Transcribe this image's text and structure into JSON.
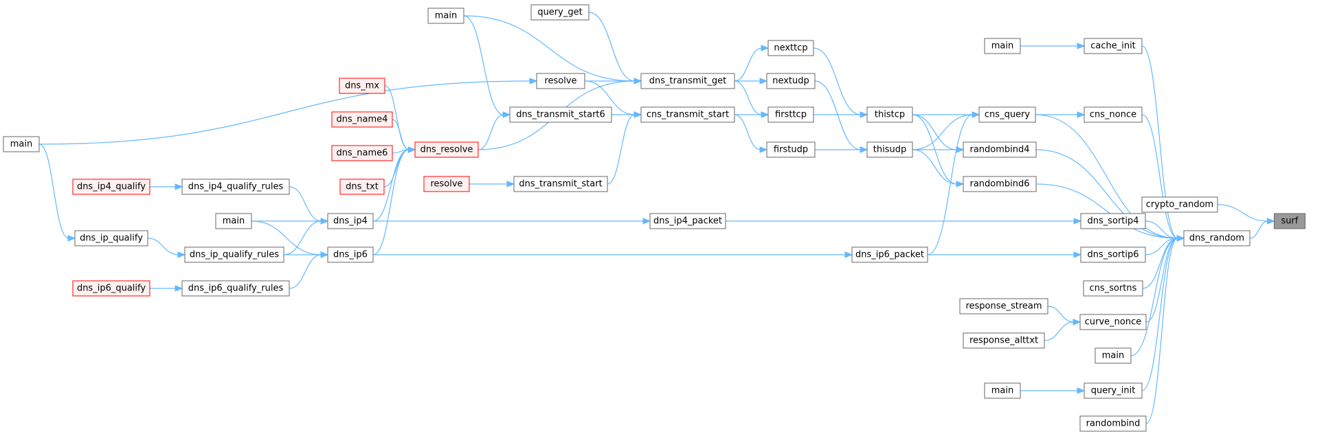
{
  "colors": {
    "edge": "#63b8ff",
    "node_border": "#666666",
    "node_fill": "#ffffff",
    "root_fill": "#999999",
    "root_border": "#666666",
    "truncated_border": "#ff0000",
    "truncated_fill": "#fff0f0"
  },
  "nodes": [
    {
      "id": "surf",
      "label": "surf",
      "style": "root"
    },
    {
      "id": "crypto_random",
      "label": "crypto_random",
      "style": "normal"
    },
    {
      "id": "dns_random",
      "label": "dns_random",
      "style": "normal"
    },
    {
      "id": "cache_init",
      "label": "cache_init",
      "style": "normal"
    },
    {
      "id": "main_cache",
      "label": "main",
      "style": "normal"
    },
    {
      "id": "cns_query",
      "label": "cns_query",
      "style": "normal"
    },
    {
      "id": "cns_nonce",
      "label": "cns_nonce",
      "style": "normal"
    },
    {
      "id": "randombind4",
      "label": "randombind4",
      "style": "normal"
    },
    {
      "id": "randombind6",
      "label": "randombind6",
      "style": "normal"
    },
    {
      "id": "dns_sortip4",
      "label": "dns_sortip4",
      "style": "normal"
    },
    {
      "id": "dns_sortip6",
      "label": "dns_sortip6",
      "style": "normal"
    },
    {
      "id": "cns_sortns",
      "label": "cns_sortns",
      "style": "normal"
    },
    {
      "id": "curve_nonce",
      "label": "curve_nonce",
      "style": "normal"
    },
    {
      "id": "response_stream",
      "label": "response_stream",
      "style": "normal"
    },
    {
      "id": "response_alttxt",
      "label": "response_alttxt",
      "style": "normal"
    },
    {
      "id": "main_curve",
      "label": "main",
      "style": "normal"
    },
    {
      "id": "query_init",
      "label": "query_init",
      "style": "normal"
    },
    {
      "id": "main_query",
      "label": "main",
      "style": "normal"
    },
    {
      "id": "randombind",
      "label": "randombind",
      "style": "normal"
    },
    {
      "id": "thistcp",
      "label": "thistcp",
      "style": "normal"
    },
    {
      "id": "thisudp",
      "label": "thisudp",
      "style": "normal"
    },
    {
      "id": "nexttcp",
      "label": "nexttcp",
      "style": "normal"
    },
    {
      "id": "nextudp",
      "label": "nextudp",
      "style": "normal"
    },
    {
      "id": "firsttcp",
      "label": "firsttcp",
      "style": "normal"
    },
    {
      "id": "firstudp",
      "label": "firstudp",
      "style": "normal"
    },
    {
      "id": "dns_transmit_get",
      "label": "dns_transmit_get",
      "style": "normal"
    },
    {
      "id": "cns_transmit_start",
      "label": "cns_transmit_start",
      "style": "normal"
    },
    {
      "id": "main_top",
      "label": "main",
      "style": "normal"
    },
    {
      "id": "query_get",
      "label": "query_get",
      "style": "normal"
    },
    {
      "id": "resolve_top",
      "label": "resolve",
      "style": "normal"
    },
    {
      "id": "dns_transmit_start6",
      "label": "dns_transmit_start6",
      "style": "normal"
    },
    {
      "id": "dns_transmit_start",
      "label": "dns_transmit_start",
      "style": "normal"
    },
    {
      "id": "resolve_red",
      "label": "resolve",
      "style": "truncated"
    },
    {
      "id": "dns_resolve",
      "label": "dns_resolve",
      "style": "truncated"
    },
    {
      "id": "dns_mx",
      "label": "dns_mx",
      "style": "truncated"
    },
    {
      "id": "dns_name4",
      "label": "dns_name4",
      "style": "truncated"
    },
    {
      "id": "dns_name6",
      "label": "dns_name6",
      "style": "truncated"
    },
    {
      "id": "dns_txt",
      "label": "dns_txt",
      "style": "truncated"
    },
    {
      "id": "main_left",
      "label": "main",
      "style": "normal"
    },
    {
      "id": "dns_ip4",
      "label": "dns_ip4",
      "style": "normal"
    },
    {
      "id": "dns_ip6",
      "label": "dns_ip6",
      "style": "normal"
    },
    {
      "id": "main_ip",
      "label": "main",
      "style": "normal"
    },
    {
      "id": "dns_ip4_qualify_rules",
      "label": "dns_ip4_qualify_rules",
      "style": "normal"
    },
    {
      "id": "dns_ip_qualify_rules",
      "label": "dns_ip_qualify_rules",
      "style": "normal"
    },
    {
      "id": "dns_ip6_qualify_rules",
      "label": "dns_ip6_qualify_rules",
      "style": "normal"
    },
    {
      "id": "dns_ip4_qualify",
      "label": "dns_ip4_qualify",
      "style": "truncated"
    },
    {
      "id": "dns_ip_qualify",
      "label": "dns_ip_qualify",
      "style": "normal"
    },
    {
      "id": "dns_ip6_qualify",
      "label": "dns_ip6_qualify",
      "style": "truncated"
    },
    {
      "id": "dns_ip4_packet",
      "label": "dns_ip4_packet",
      "style": "normal"
    },
    {
      "id": "dns_ip6_packet",
      "label": "dns_ip6_packet",
      "style": "normal"
    }
  ],
  "edges": [
    {
      "from": "crypto_random",
      "to": "surf"
    },
    {
      "from": "dns_random",
      "to": "surf"
    },
    {
      "from": "cache_init",
      "to": "dns_random"
    },
    {
      "from": "main_cache",
      "to": "cache_init"
    },
    {
      "from": "cns_query",
      "to": "dns_random"
    },
    {
      "from": "cns_nonce",
      "to": "dns_random"
    },
    {
      "from": "cns_query",
      "to": "cns_nonce"
    },
    {
      "from": "randombind4",
      "to": "dns_random"
    },
    {
      "from": "randombind6",
      "to": "dns_random"
    },
    {
      "from": "dns_sortip4",
      "to": "dns_random"
    },
    {
      "from": "dns_sortip6",
      "to": "dns_random"
    },
    {
      "from": "cns_sortns",
      "to": "dns_random"
    },
    {
      "from": "curve_nonce",
      "to": "dns_random"
    },
    {
      "from": "main_curve",
      "to": "dns_random"
    },
    {
      "from": "query_init",
      "to": "dns_random"
    },
    {
      "from": "randombind",
      "to": "dns_random"
    },
    {
      "from": "response_stream",
      "to": "curve_nonce"
    },
    {
      "from": "response_alttxt",
      "to": "curve_nonce"
    },
    {
      "from": "main_query",
      "to": "query_init"
    },
    {
      "from": "thistcp",
      "to": "cns_query"
    },
    {
      "from": "thisudp",
      "to": "cns_query"
    },
    {
      "from": "thistcp",
      "to": "randombind4"
    },
    {
      "from": "thisudp",
      "to": "randombind4"
    },
    {
      "from": "thistcp",
      "to": "randombind6"
    },
    {
      "from": "thisudp",
      "to": "randombind6"
    },
    {
      "from": "nexttcp",
      "to": "thistcp"
    },
    {
      "from": "firsttcp",
      "to": "thistcp"
    },
    {
      "from": "nextudp",
      "to": "thisudp"
    },
    {
      "from": "firstudp",
      "to": "thisudp"
    },
    {
      "from": "dns_transmit_get",
      "to": "nexttcp"
    },
    {
      "from": "dns_transmit_get",
      "to": "nextudp"
    },
    {
      "from": "dns_transmit_get",
      "to": "firsttcp"
    },
    {
      "from": "cns_transmit_start",
      "to": "firsttcp"
    },
    {
      "from": "cns_transmit_start",
      "to": "firstudp"
    },
    {
      "from": "main_top",
      "to": "dns_transmit_get"
    },
    {
      "from": "query_get",
      "to": "dns_transmit_get"
    },
    {
      "from": "resolve_top",
      "to": "dns_transmit_get"
    },
    {
      "from": "dns_resolve",
      "to": "dns_transmit_get"
    },
    {
      "from": "resolve_top",
      "to": "cns_transmit_start"
    },
    {
      "from": "dns_transmit_start6",
      "to": "cns_transmit_start"
    },
    {
      "from": "dns_transmit_start",
      "to": "cns_transmit_start"
    },
    {
      "from": "main_top",
      "to": "dns_transmit_start6"
    },
    {
      "from": "dns_resolve",
      "to": "dns_transmit_start6"
    },
    {
      "from": "resolve_red",
      "to": "dns_transmit_start"
    },
    {
      "from": "main_left",
      "to": "resolve_top"
    },
    {
      "from": "main_left",
      "to": "dns_ip_qualify"
    },
    {
      "from": "dns_mx",
      "to": "dns_resolve"
    },
    {
      "from": "dns_name4",
      "to": "dns_resolve"
    },
    {
      "from": "dns_name6",
      "to": "dns_resolve"
    },
    {
      "from": "dns_txt",
      "to": "dns_resolve"
    },
    {
      "from": "dns_ip4",
      "to": "dns_resolve"
    },
    {
      "from": "dns_ip6",
      "to": "dns_resolve"
    },
    {
      "from": "dns_ip4_qualify_rules",
      "to": "dns_ip4"
    },
    {
      "from": "main_ip",
      "to": "dns_ip4"
    },
    {
      "from": "dns_ip_qualify_rules",
      "to": "dns_ip4"
    },
    {
      "from": "main_ip",
      "to": "dns_ip6"
    },
    {
      "from": "dns_ip_qualify_rules",
      "to": "dns_ip6"
    },
    {
      "from": "dns_ip6_qualify_rules",
      "to": "dns_ip6"
    },
    {
      "from": "dns_ip4_qualify",
      "to": "dns_ip4_qualify_rules"
    },
    {
      "from": "dns_ip_qualify",
      "to": "dns_ip_qualify_rules"
    },
    {
      "from": "dns_ip6_qualify",
      "to": "dns_ip6_qualify_rules"
    },
    {
      "from": "dns_ip4",
      "to": "dns_ip4_packet"
    },
    {
      "from": "dns_ip4_packet",
      "to": "dns_sortip4"
    },
    {
      "from": "dns_ip6",
      "to": "dns_ip6_packet"
    },
    {
      "from": "dns_ip6_packet",
      "to": "dns_sortip6"
    },
    {
      "from": "dns_ip6_packet",
      "to": "cns_query"
    }
  ]
}
